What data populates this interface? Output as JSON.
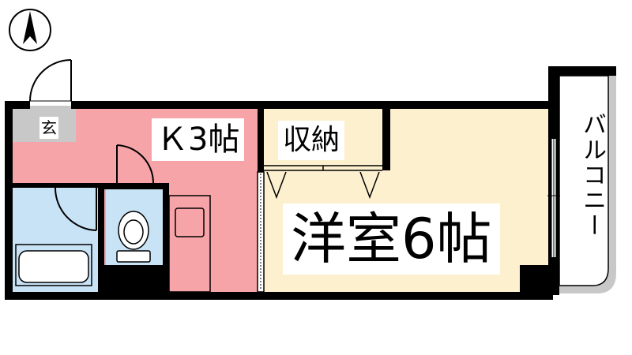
{
  "colors": {
    "kitchen": "#f6a4a8",
    "western_room": "#fdf0cf",
    "bathroom": "#c9e3f6",
    "genkan": "#c8c8c8",
    "balcony": "#c8c8c8",
    "wall": "#000000"
  },
  "icons": {
    "compass": "north-arrow-icon",
    "toilet": "toilet-icon",
    "bathtub": "bathtub-icon",
    "sink": "sink-icon"
  },
  "labels": {
    "kitchen": "Ｋ3帖",
    "closet": "収納",
    "western_room": "洋室6帖",
    "genkan": "玄",
    "balcony": "バルコニー"
  }
}
